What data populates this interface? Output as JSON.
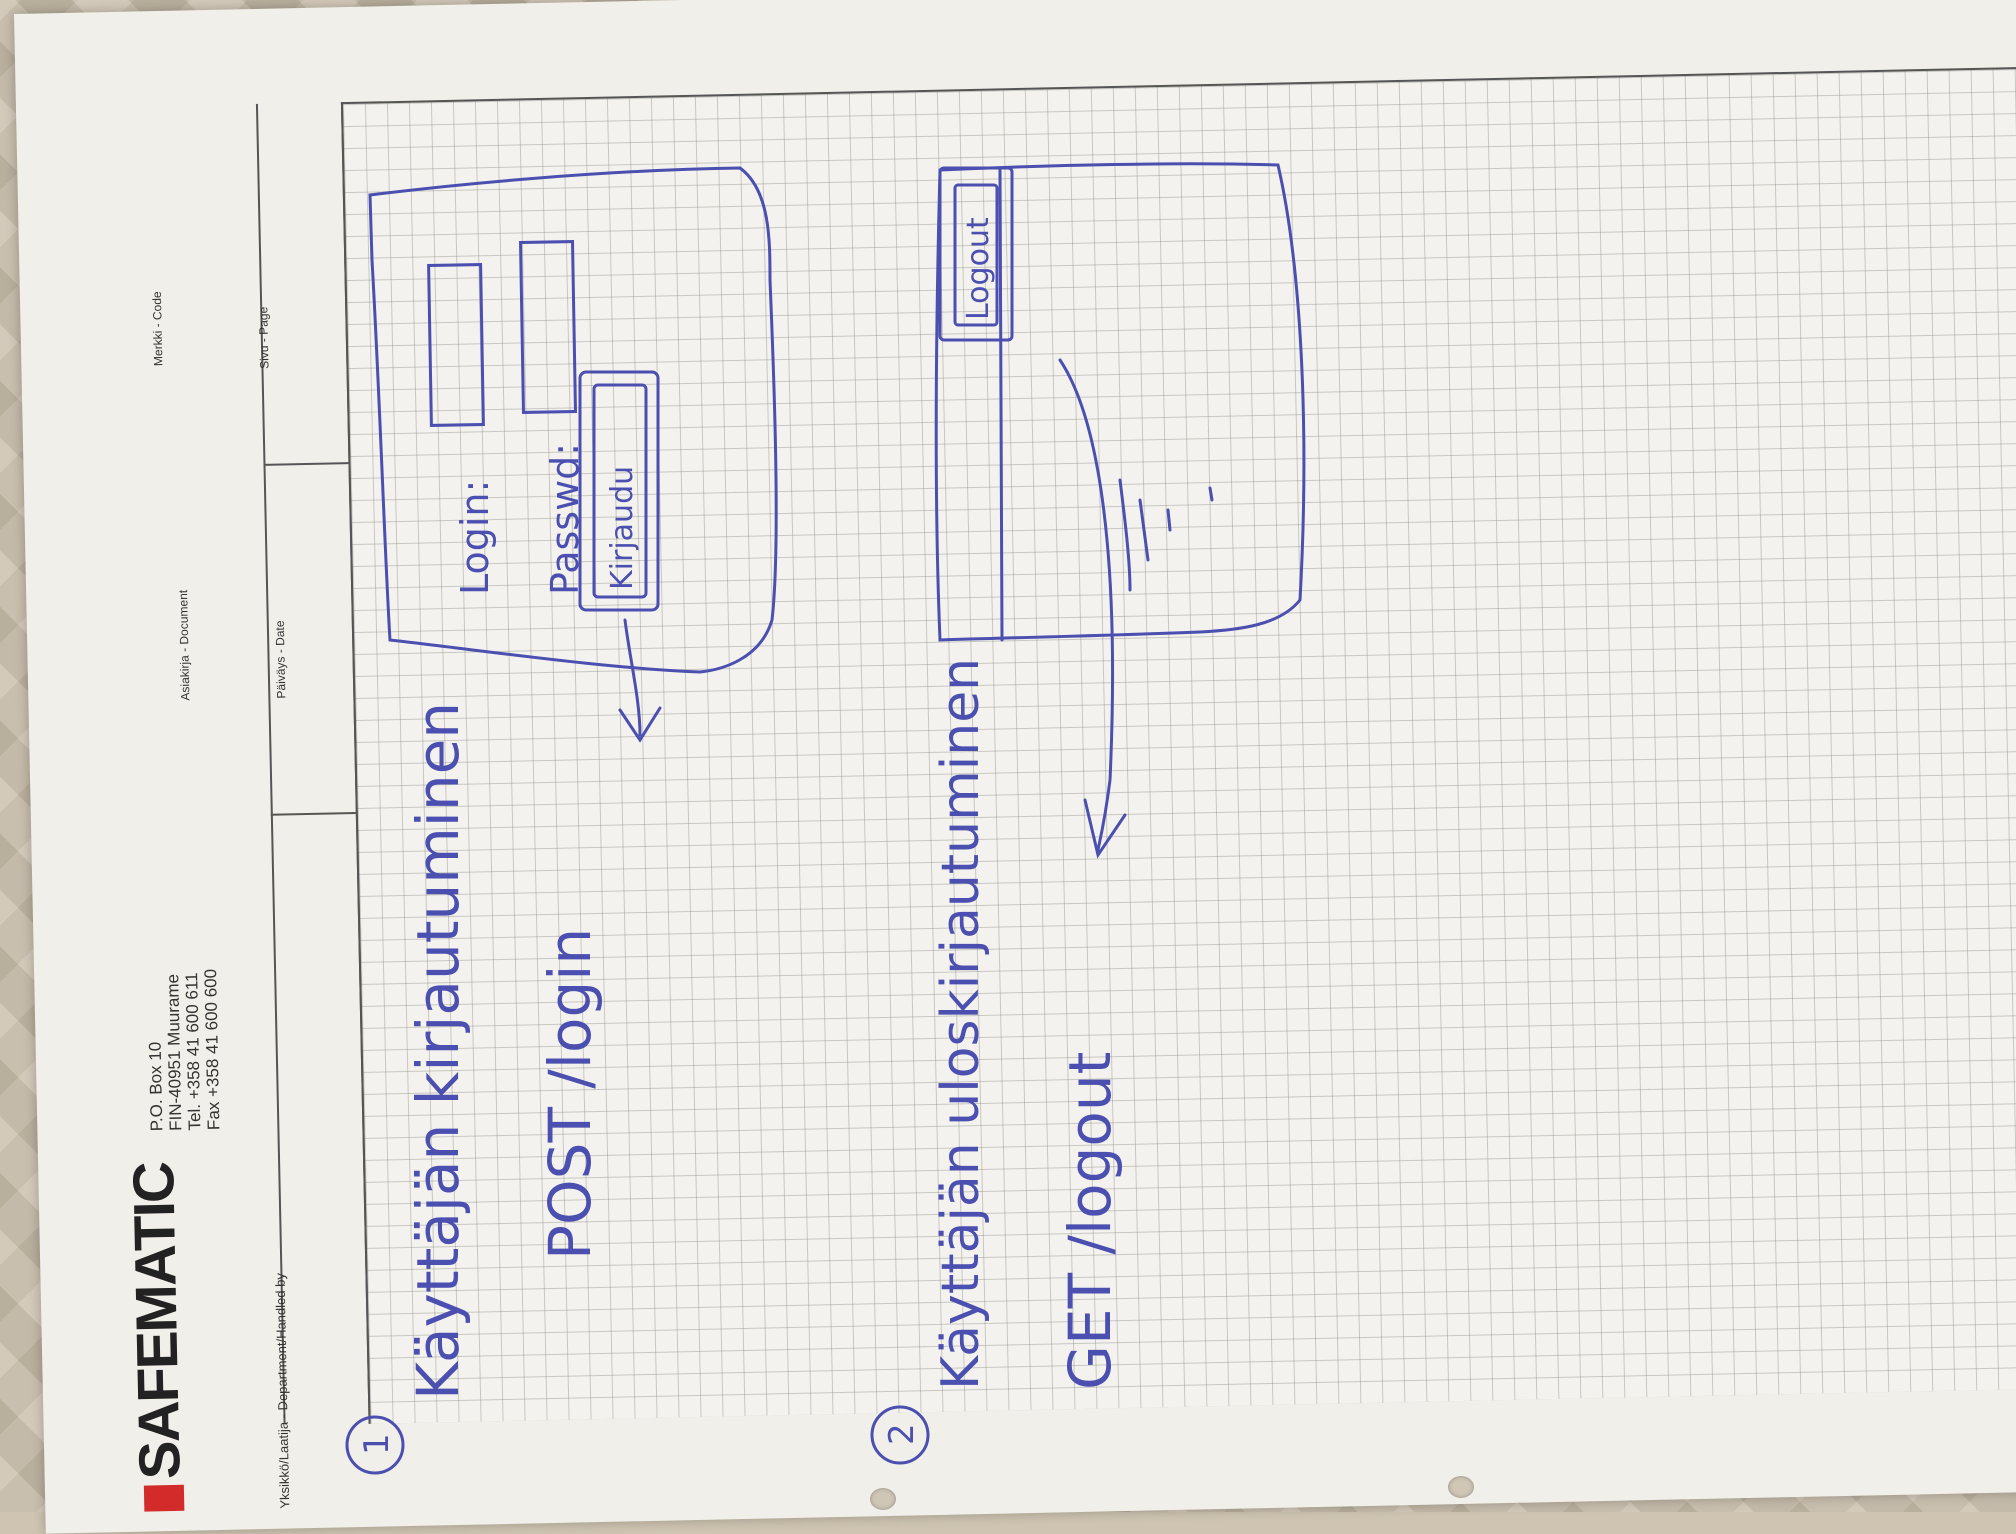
{
  "header": {
    "brand": "SAFEMATIC",
    "address_lines": [
      "P.O. Box 10",
      "FIN-40951 Muurame",
      "Tel. +358 41 600 611",
      "Fax +358 41 600 600"
    ],
    "field_department": "Yksikkö/Laatija - Department/Handled by",
    "field_document": "Asiakirja - Document",
    "field_code": "Merkki - Code",
    "field_date": "Päiväys - Date",
    "field_page": "Sivu - Page"
  },
  "sketch": {
    "section1": {
      "number": "1",
      "title": "Käyttäjän kirjautuminen",
      "route": "POST /login",
      "login_label": "Login:",
      "password_label": "Passwd:",
      "button_label": "Kirjaudu"
    },
    "section2": {
      "number": "2",
      "title": "Käyttäjän uloskirjautuminen",
      "route": "GET /logout",
      "button_label": "Logout"
    }
  },
  "colors": {
    "ink": "#4b4fb0",
    "logo_red": "#d32a2a",
    "paper": "#f1efe9"
  }
}
